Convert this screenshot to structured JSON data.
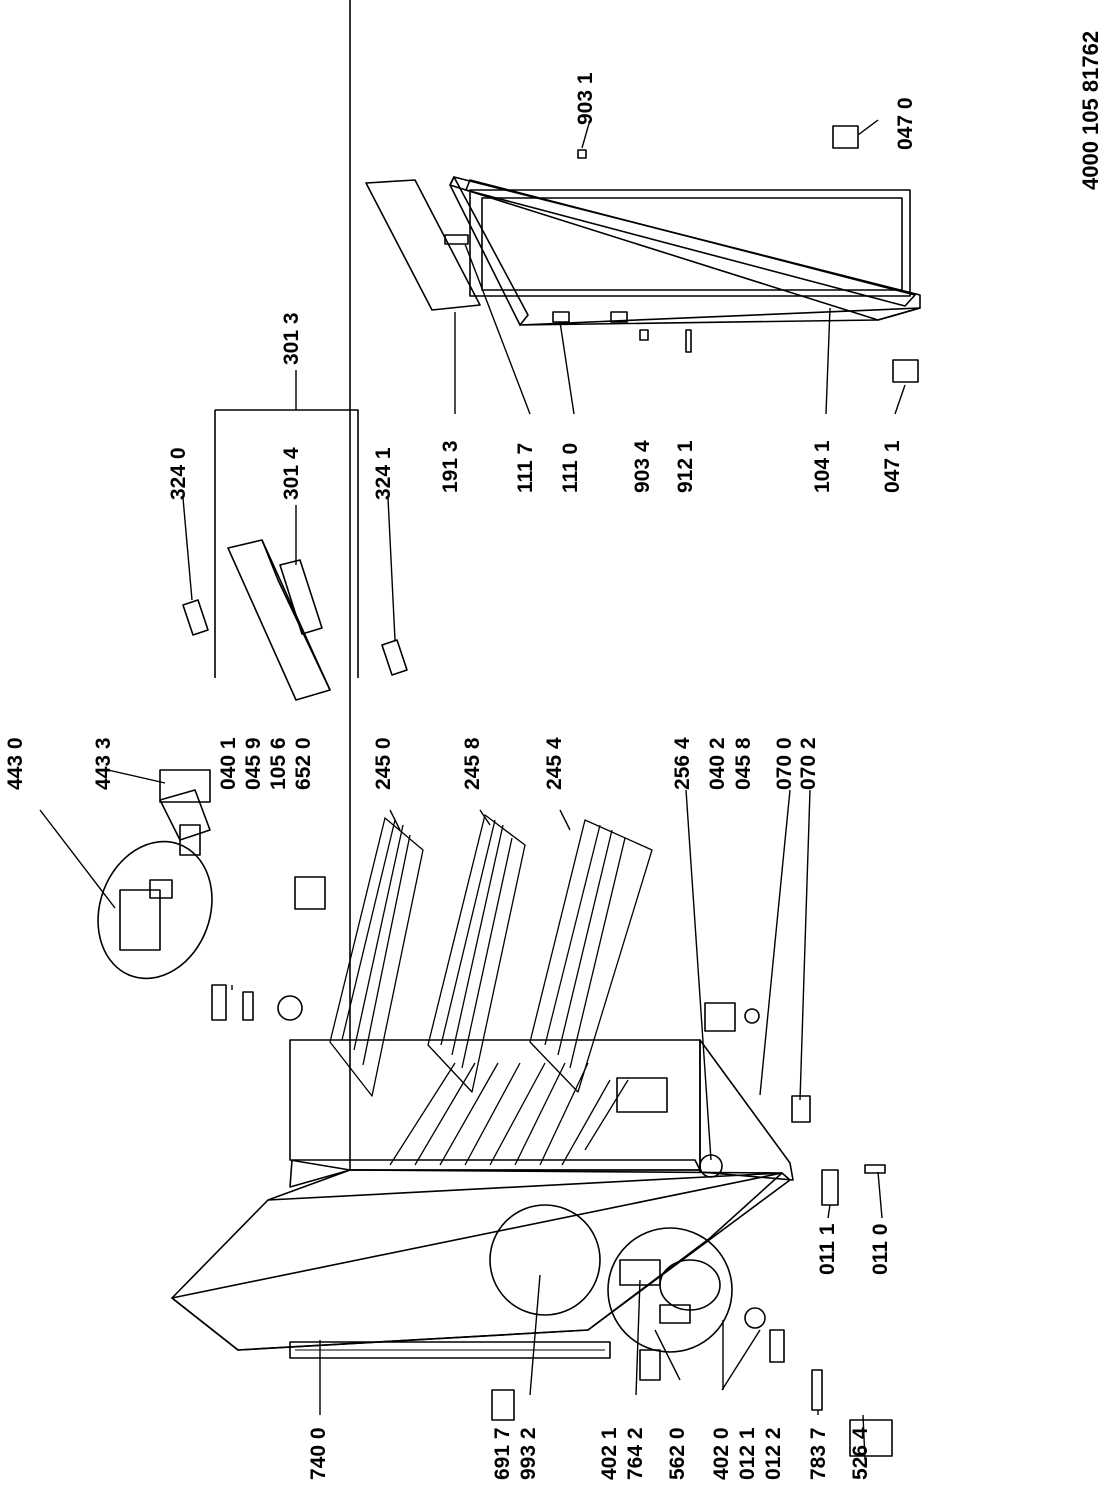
{
  "document_number": "4000 105 81762",
  "part_labels": {
    "p4430": "443 0",
    "p4433": "443 3",
    "p0401": "040 1",
    "p0459": "045 9",
    "p1056": "105 6",
    "p6520": "652 0",
    "p2450": "245 0",
    "p2458": "245 8",
    "p2454": "245 4",
    "p2564": "256 4",
    "p0402": "040 2",
    "p0458": "045 8",
    "p0700": "070 0",
    "p0702": "070 2",
    "p3240": "324 0",
    "p3014": "301 4",
    "p3241": "324 1",
    "p3013": "301 3",
    "p1913": "191 3",
    "p1117": "111 7",
    "p1110": "111 0",
    "p9034": "903 4",
    "p9121": "912 1",
    "p1041": "104 1",
    "p0471": "047 1",
    "p9031": "903 1",
    "p0470": "047 0",
    "p7400": "740 0",
    "p6917": "691 7",
    "p9932": "993 2",
    "p4021": "402 1",
    "p7642": "764 2",
    "p5620": "562 0",
    "p4020": "402 0",
    "p0121": "012 1",
    "p0122": "012 2",
    "p7837": "783 7",
    "p5264": "526 4",
    "p0111": "011 1",
    "p0110": "011 0"
  }
}
